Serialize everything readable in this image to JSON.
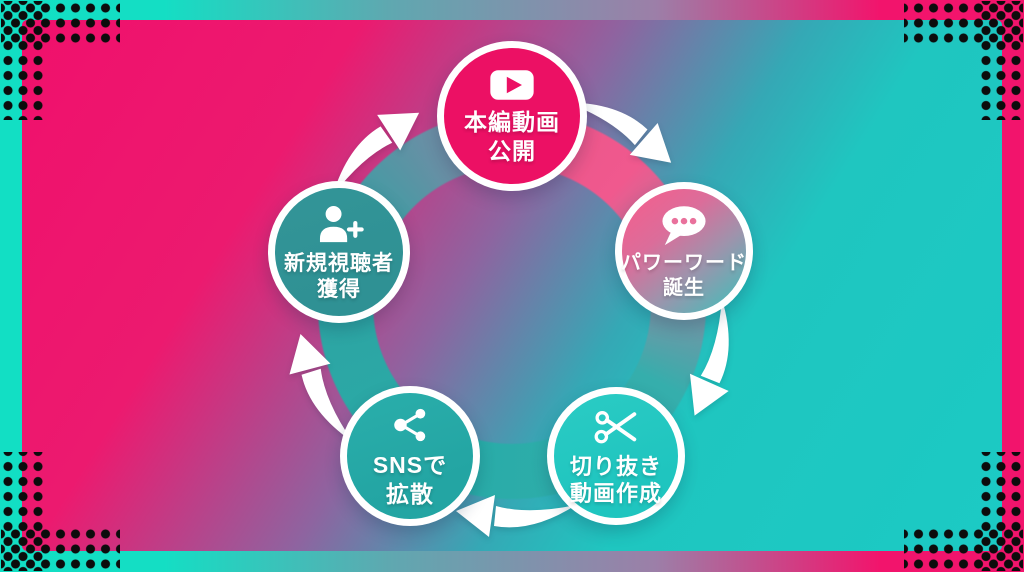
{
  "diagram": {
    "type": "cycle",
    "direction": "clockwise",
    "nodes": [
      {
        "id": "main-video-release",
        "icon": "youtube-play-icon",
        "label_line1": "本編動画",
        "label_line2": "公開",
        "color": "#EC1064"
      },
      {
        "id": "power-word-born",
        "icon": "speech-bubble-icon",
        "label_line1": "パワーワード",
        "label_line2": "誕生",
        "color_top": "#F2608F",
        "color_bottom": "#46BCB9"
      },
      {
        "id": "clip-video-creation",
        "icon": "scissors-icon",
        "label_line1": "切り抜き",
        "label_line2": "動画作成",
        "color": "#1FC5BF"
      },
      {
        "id": "sns-spread",
        "icon": "share-icon",
        "label_line1": "SNSで",
        "label_line2": "拡散",
        "color": "#23A5A3"
      },
      {
        "id": "new-viewer-acquisition",
        "icon": "person-add-icon",
        "label_line1": "新規視聴者",
        "label_line2": "獲得",
        "color": "#2F9194"
      }
    ],
    "palette": {
      "frame_teal": "#12DFC4",
      "frame_pink": "#F2146C",
      "content_pink": "#F0106C",
      "content_teal": "#1BCAC4",
      "arrow_color": "#FFFFFF",
      "corner_dot_color": "#0C0C0C"
    }
  }
}
